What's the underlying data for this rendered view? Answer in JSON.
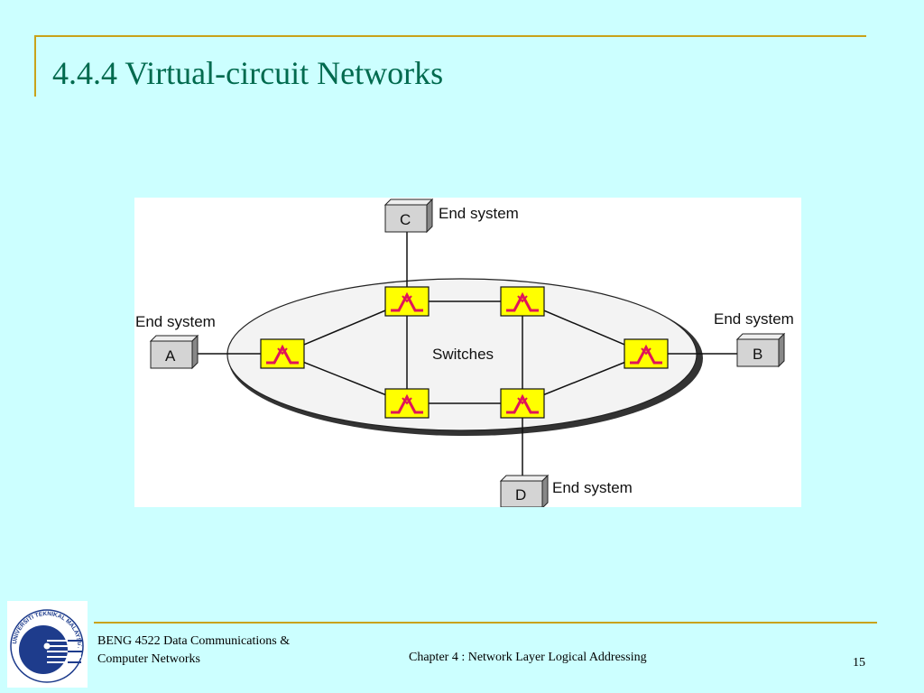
{
  "slide": {
    "title": "4.4.4 Virtual-circuit Networks",
    "page_number": "15"
  },
  "figure": {
    "end_system_label": "End system",
    "switches_label": "Switches",
    "end_systems": [
      {
        "id": "A",
        "label": "A"
      },
      {
        "id": "B",
        "label": "B"
      },
      {
        "id": "C",
        "label": "C"
      },
      {
        "id": "D",
        "label": "D"
      }
    ]
  },
  "footer": {
    "course_line1": "BENG 4522 Data Communications &",
    "course_line2": "Computer Networks",
    "chapter": "Chapter 4 : Network Layer Logical Addressing"
  },
  "logo": {
    "text": "UNIVERSITI TEKNIKAL MALAYSIA MELAKA"
  },
  "colors": {
    "background": "#ccffff",
    "title": "#006a4e",
    "rule": "#c8a21a",
    "switch_fill": "#ffff00",
    "switch_symbol": "#e0145a",
    "end_system_fill": "#d4d4d4"
  }
}
